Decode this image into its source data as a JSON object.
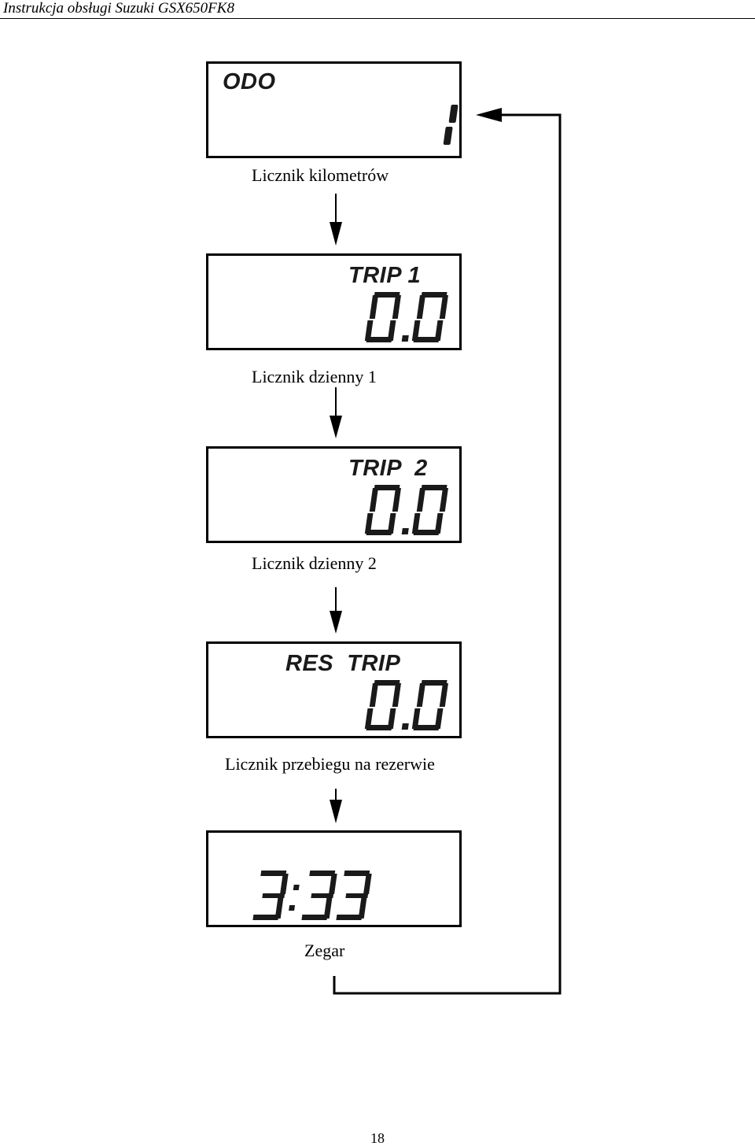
{
  "header": {
    "title": "Instrukcja obsługi Suzuki GSX650FK8"
  },
  "displays": [
    {
      "label": "ODO",
      "value": "1",
      "caption": "Licznik kilometrów"
    },
    {
      "label": "TRIP 1",
      "value": "0.0",
      "caption": "Licznik dzienny 1"
    },
    {
      "label": "TRIP  2",
      "value": "0.0",
      "caption": "Licznik dzienny 2"
    },
    {
      "label": "RES  TRIP",
      "value": "0.0",
      "caption": "Licznik przebiegu na rezerwie"
    },
    {
      "label": "",
      "value": "3:33",
      "caption": "Zegar"
    }
  ],
  "footer": {
    "page_number": "18"
  }
}
